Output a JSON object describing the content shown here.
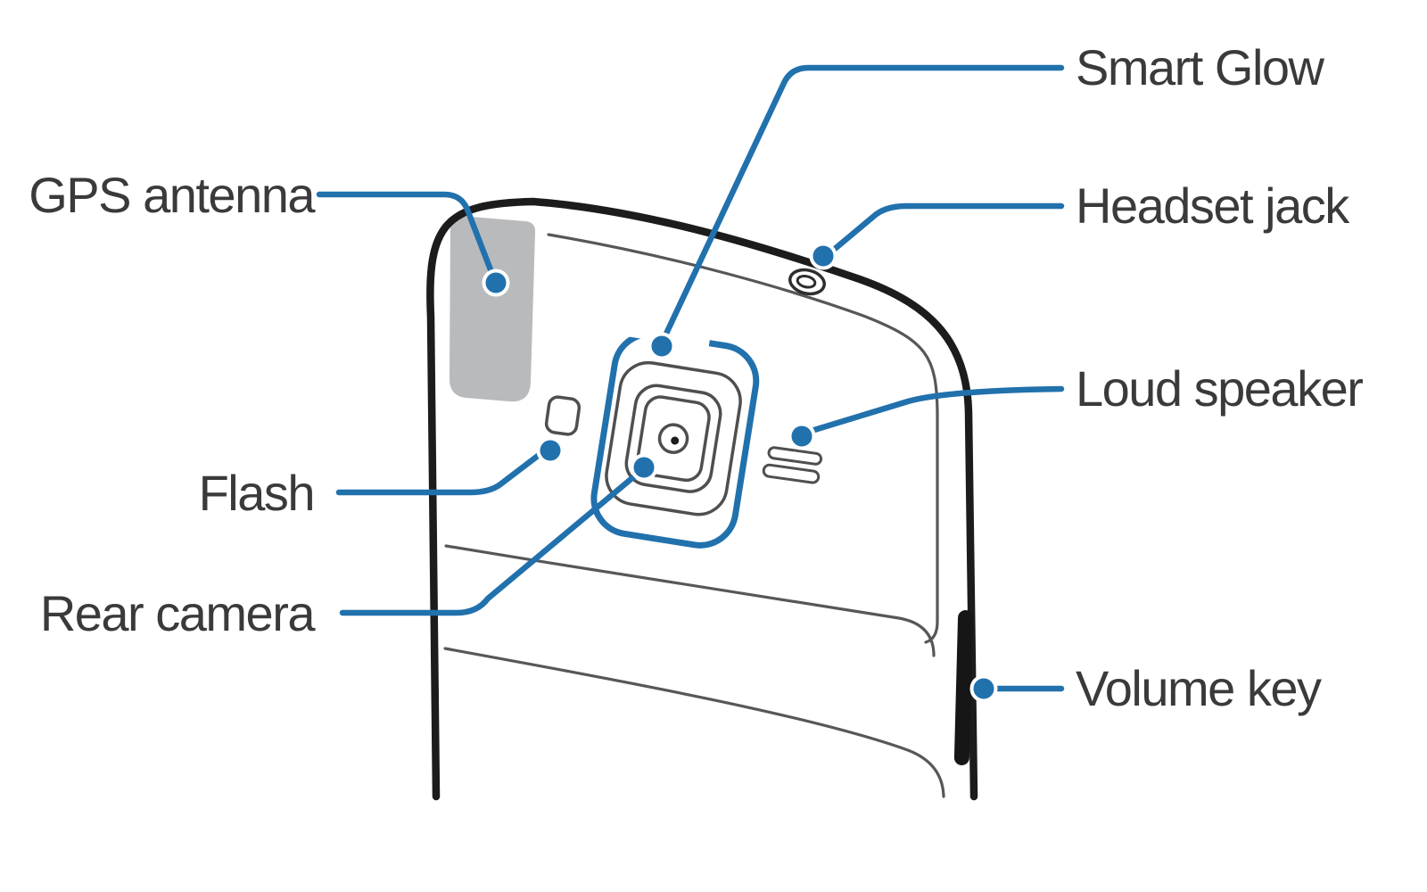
{
  "diagram": {
    "labels": {
      "smart_glow": "Smart Glow",
      "gps_antenna": "GPS antenna",
      "headset_jack": "Headset jack",
      "loud_speaker": "Loud speaker",
      "flash": "Flash",
      "rear_camera": "Rear camera",
      "volume_key": "Volume key"
    },
    "colors": {
      "callout": "#2171ad",
      "outline": "#1c1c1c",
      "inner_line": "#575757",
      "detail_line": "#4f4f4f",
      "gps_fill": "#b9babc",
      "volume_key_fill": "#161616",
      "label_text": "#3a3a3c",
      "background": "#ffffff"
    }
  }
}
